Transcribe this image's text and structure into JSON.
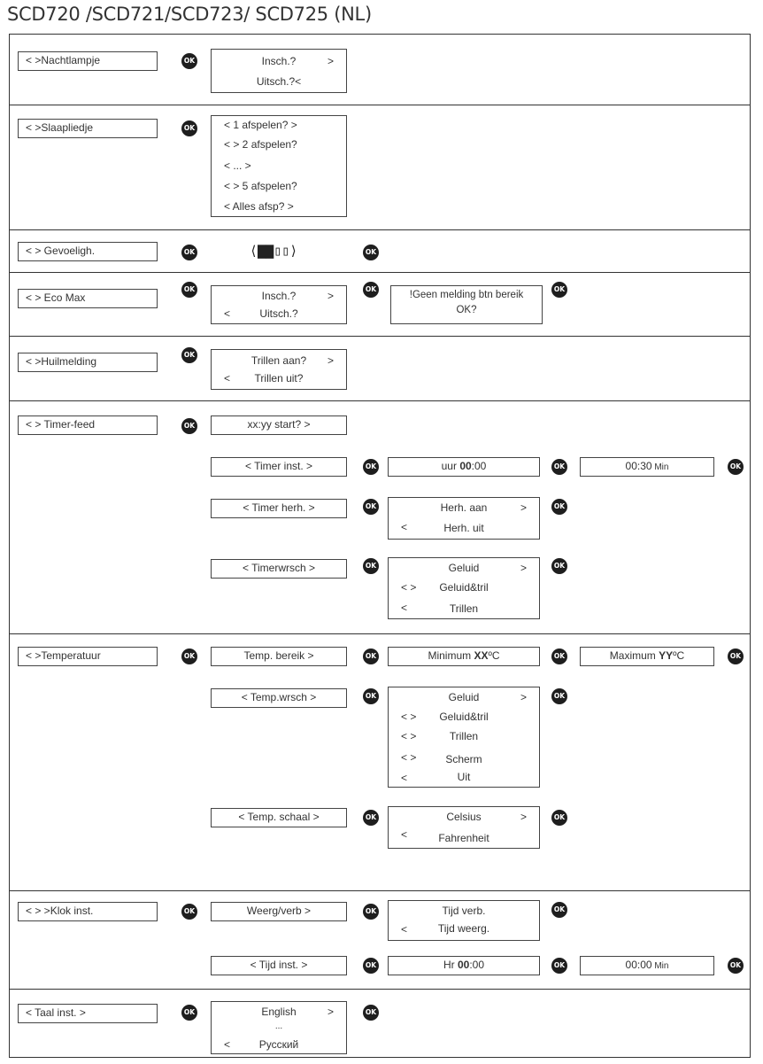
{
  "title": "SCD720 /SCD721/SCD723/ SCD725 (NL)",
  "ok_label": "OK",
  "nachtlampje": {
    "menu": "< >Nachtlampje",
    "on": "Insch.?",
    "on_arrow": ">",
    "off": "Uitsch.?<"
  },
  "slaapliedje": {
    "menu": "< >Slaapliedje",
    "items": [
      "<   1 afspelen?   >",
      "< > 2 afspelen?",
      "<        ...        >",
      "< > 5 afspelen?",
      "<   Alles afsp?   >"
    ]
  },
  "gevoeligh": {
    "menu": "< > Gevoeligh.",
    "meter": "⟨▇▇▯▯⟩"
  },
  "ecomax": {
    "menu": "< >   Eco Max",
    "on": "Insch.?",
    "right": ">",
    "left": "<",
    "off": "Uitsch.?",
    "msg1": "!Geen melding btn bereik",
    "msg2": "OK?"
  },
  "huilmelding": {
    "menu": "< >Huilmelding",
    "on": "Trillen aan?",
    "right": ">",
    "left": "<",
    "off": "Trillen uit?"
  },
  "timerfeed": {
    "menu": "< > Timer-feed",
    "start": "xx:yy start?   >",
    "timer_inst": "<    Timer inst.    >",
    "uur_label": "uur ",
    "uur_value": "00",
    "uur_suffix": ":00",
    "min_value": "00:30",
    "min_label": " Min",
    "timer_herh": "<    Timer herh.    >",
    "herh_aan": "Herh. aan",
    "herh_uit": "Herh. uit",
    "timerwrsch": "<    Timerwrsch    >",
    "wrsch_items": [
      "Geluid",
      "Geluid&tril",
      "Trillen"
    ]
  },
  "temperatuur": {
    "menu": "< >Temperatuur",
    "bereik": "Temp. bereik  >",
    "min_label": "Minimum  ",
    "min_value": "XX",
    "min_unit": "ºC",
    "max_label": "Maximum  ",
    "max_value": "YY",
    "max_unit": "ºC",
    "wrsch": "<   Temp.wrsch   >",
    "wrsch_items": [
      "Geluid",
      "Geluid&tril",
      "Trillen",
      "Scherm",
      "Uit"
    ],
    "schaal": "<   Temp. schaal  >",
    "celsius": "Celsius",
    "fahrenheit": "Fahrenheit"
  },
  "klok": {
    "menu": "< > >Klok inst.",
    "weerg": "Weerg/verb   >",
    "tijd_verb": "Tijd verb.",
    "tijd_weerg": "Tijd weerg.",
    "tijd_inst": "<      Tijd inst.       >",
    "hr_label": "Hr ",
    "hr_value": "00",
    "hr_suffix": ":00",
    "min_value": "00:00",
    "min_label": " Min"
  },
  "taal": {
    "menu": "<     Taal inst. >",
    "english": "English",
    "dots": "...",
    "russian": "Русский"
  },
  "arrows": {
    "right": ">",
    "left": "<",
    "both": "< >"
  }
}
